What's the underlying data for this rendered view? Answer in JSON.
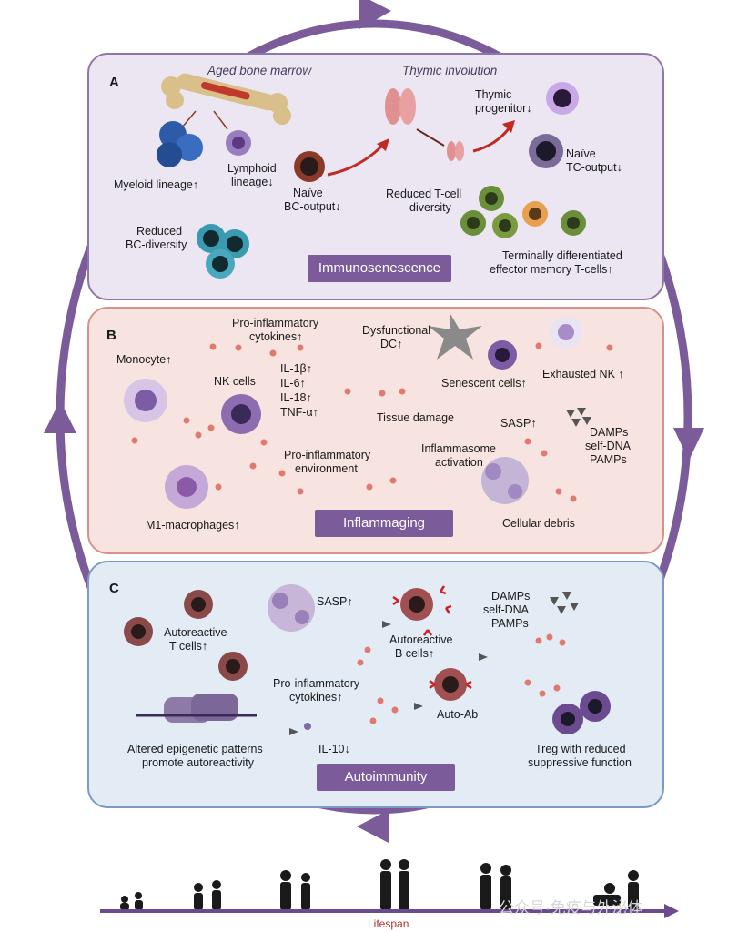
{
  "panel_a": {
    "letter": "A",
    "aged_bone_marrow": "Aged bone marrow",
    "thymic_involution": "Thymic involution",
    "thymic_progenitor": [
      "Thymic",
      "progenitor↓"
    ],
    "myeloid_lineage": "Myeloid lineage↑",
    "lymphoid_lineage": [
      "Lymphoid",
      "lineage↓"
    ],
    "naive_bc_output": [
      "Naïve",
      "BC-output↓"
    ],
    "reduced_tcell_diversity": [
      "Reduced T-cell",
      "diversity"
    ],
    "naive_tc_output": [
      "Naïve",
      "TC-output↓"
    ],
    "reduced_bc_diversity": [
      "Reduced",
      "BC-diversity"
    ],
    "terminally_differentiated": [
      "Terminally differentiated",
      "effector memory T-cells↑"
    ],
    "banner": "Immunosenescence"
  },
  "panel_b": {
    "letter": "B",
    "pro_inflammatory_cytokines": [
      "Pro-inflammatory",
      "cytokines↑"
    ],
    "dysfunctional_dc": [
      "Dysfunctional",
      "DC↑"
    ],
    "monocyte": "Monocyte↑",
    "nk_cells": "NK cells",
    "cytokine_list": [
      "IL-1β↑",
      "IL-6↑",
      "IL-18↑",
      "TNF-α↑"
    ],
    "senescent_cells": "Senescent cells↑",
    "exhausted_nk": "Exhausted NK ↑",
    "tissue_damage": "Tissue damage",
    "sasp": "SASP↑",
    "damps": [
      "DAMPs",
      "self-DNA",
      "PAMPs"
    ],
    "inflammasome": [
      "Inflammasome",
      "activation"
    ],
    "pro_inflammatory_environment": [
      "Pro-inflammatory",
      "environment"
    ],
    "m1_macrophages": "M1-macrophages↑",
    "cellular_debris": "Cellular debris",
    "banner": "Inflammaging"
  },
  "panel_c": {
    "letter": "C",
    "sasp": "SASP↑",
    "autoreactive_t": [
      "Autoreactive",
      "T cells↑"
    ],
    "autoreactive_b": [
      "Autoreactive",
      "B cells↑"
    ],
    "damps": [
      "DAMPs",
      "self-DNA",
      "PAMPs"
    ],
    "pro_inflammatory_cytokines": [
      "Pro-inflammatory",
      "cytokines↑"
    ],
    "auto_ab": "Auto-Ab",
    "il10": "IL-10↓",
    "epigenetic": [
      "Altered epigenetic patterns",
      "promote autoreactivity"
    ],
    "treg": [
      "Treg with reduced",
      "suppressive function"
    ],
    "banner": "Autoimmunity"
  },
  "lifespan_label": "Lifespan",
  "watermark": "公众号·免疫与外泌体",
  "colors": {
    "cycle_arrow": "#7b5b9a",
    "panel_a_fill": "#ece6f2",
    "panel_b_fill": "#f7e4e1",
    "panel_c_fill": "#e3ebf5",
    "banner": "#7b5b9a",
    "cytokine_dot": "#e07a6f",
    "lifespan_label": "#b03030"
  }
}
